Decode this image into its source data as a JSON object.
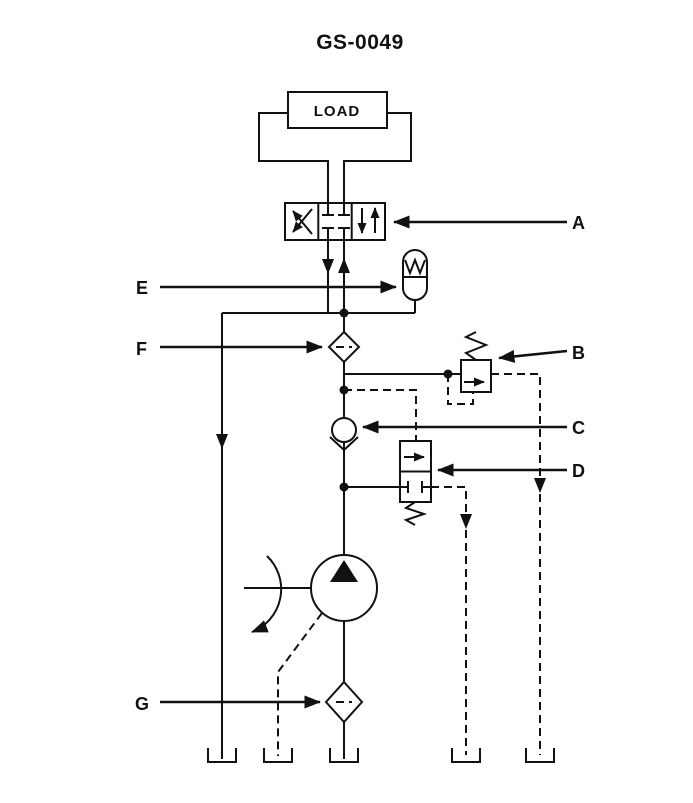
{
  "title": "GS-0049",
  "diagram": {
    "load_label": "LOAD",
    "callouts": {
      "a": {
        "label": "A",
        "component": "directional-control-valve"
      },
      "b": {
        "label": "B",
        "component": "pressure-relief-valve"
      },
      "c": {
        "label": "C",
        "component": "check-valve"
      },
      "d": {
        "label": "D",
        "component": "pilot-operated-unloading-valve"
      },
      "e": {
        "label": "E",
        "component": "accumulator"
      },
      "f": {
        "label": "F",
        "component": "pressure-filter"
      },
      "g": {
        "label": "G",
        "component": "suction-strainer"
      }
    }
  },
  "colors": {
    "line": "#111111",
    "background": "#ffffff"
  }
}
